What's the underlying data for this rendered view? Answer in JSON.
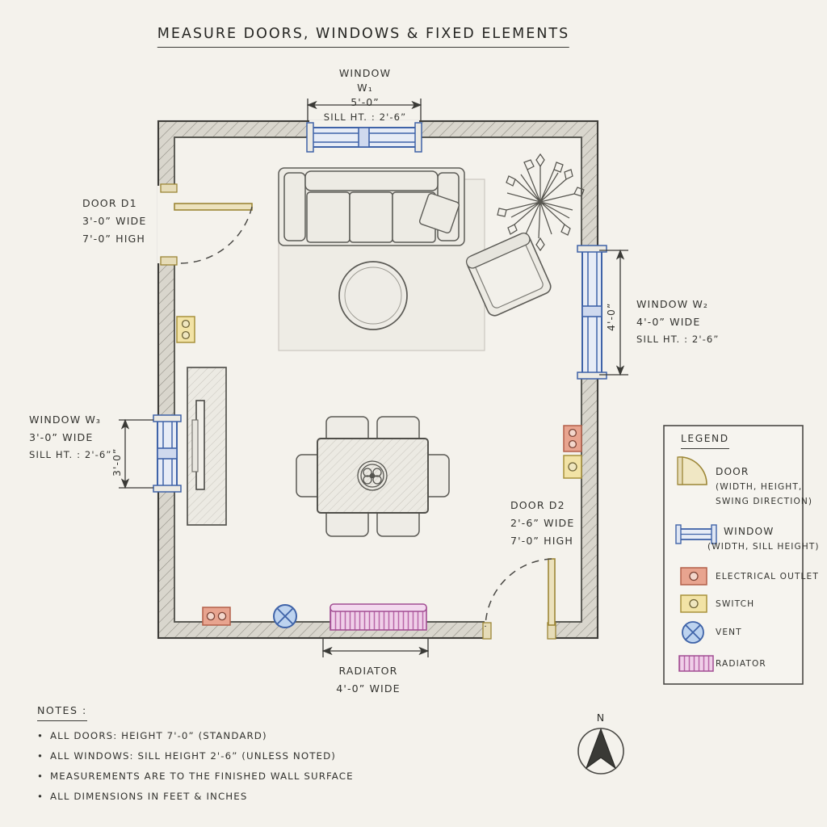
{
  "title": "MEASURE DOORS, WINDOWS & FIXED ELEMENTS",
  "annotations": {
    "window_w1": {
      "label": "WINDOW",
      "tag": "W₁",
      "width": "5'-0”",
      "sill": "SILL HT. : 2'-6”"
    },
    "window_w2": {
      "label": "WINDOW  W₂",
      "width": "4'-0” WIDE",
      "sill": "SILL HT. : 2'-6”",
      "dim": "4'-0”"
    },
    "window_w3": {
      "label": "WINDOW  W₃",
      "width": "3'-0” WIDE",
      "sill": "SILL HT. : 2'-6”",
      "dim": "3'-0”"
    },
    "door_d1": {
      "label": "DOOR D1",
      "width": "3'-0” WIDE",
      "height": "7'-0” HIGH"
    },
    "door_d2": {
      "label": "DOOR D2",
      "width": "2'-6” WIDE",
      "height": "7'-0” HIGH"
    },
    "radiator": {
      "label": "RADIATOR",
      "width": "4'-0” WIDE"
    }
  },
  "legend": {
    "title": "LEGEND",
    "items": [
      {
        "icon": "door-swing-icon",
        "label": "DOOR",
        "sub1": "(WIDTH, HEIGHT,",
        "sub2": "SWING DIRECTION)"
      },
      {
        "icon": "window-band-icon",
        "label": "WINDOW",
        "sub1": "(WIDTH, SILL HEIGHT)",
        "sub2": ""
      },
      {
        "icon": "electrical-outlet-icon",
        "label": "ELECTRICAL OUTLET",
        "sub1": "",
        "sub2": ""
      },
      {
        "icon": "switch-icon",
        "label": "SWITCH",
        "sub1": "",
        "sub2": ""
      },
      {
        "icon": "vent-icon",
        "label": "VENT",
        "sub1": "",
        "sub2": ""
      },
      {
        "icon": "radiator-icon",
        "label": "RADIATOR",
        "sub1": "",
        "sub2": ""
      }
    ]
  },
  "notes": {
    "title": "NOTES :",
    "items": [
      "ALL DOORS:  HEIGHT 7'-0”  (STANDARD)",
      "ALL WINDOWS:  SILL HEIGHT 2'-6” (UNLESS NOTED)",
      "MEASUREMENTS ARE TO THE FINISHED WALL SURFACE",
      "ALL DIMENSIONS IN FEET & INCHES"
    ],
    "bullet": "•"
  },
  "compass": {
    "north_label": "N"
  },
  "colors": {
    "paper": "#f4f2ec",
    "ink": "#33332f",
    "wall_fill": "#d9d6cd",
    "window_blue": "#3f63a8",
    "door_tan": "#c9a33f",
    "outlet_salmon": "#e8a48f",
    "switch_yellow": "#f2e3a6",
    "vent_blue": "#7aa4dd",
    "radiator_pink": "#e9b6dd"
  }
}
